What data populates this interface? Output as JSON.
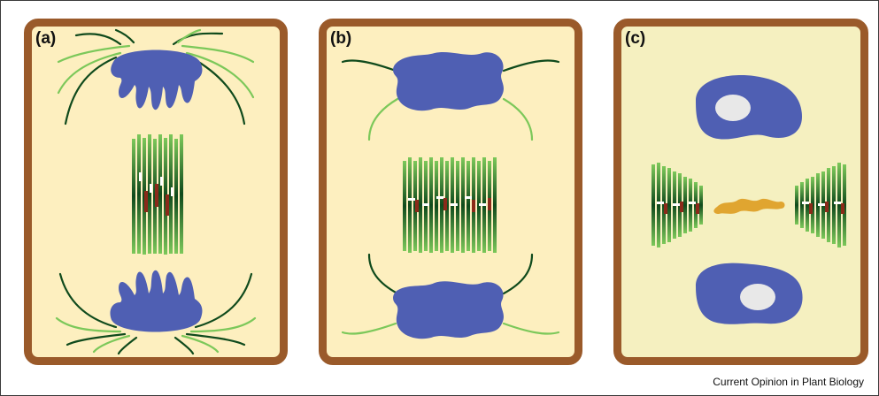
{
  "panels": [
    {
      "label": "(a)"
    },
    {
      "label": "(b)"
    },
    {
      "label": "(c)"
    }
  ],
  "credit": "Current Opinion in Plant Biology",
  "colors": {
    "cell_wall": "#9a5a2a",
    "cytoplasm": "#fdefbf",
    "chromosomes": "#4f5fb3",
    "microtubules_dark": "#0f4a1c",
    "microtubules_light": "#7cc85a",
    "nucleolus": "#e8e8e8",
    "cell_plate": "#e0a530",
    "overlap_marker": "#8b2a1a"
  }
}
